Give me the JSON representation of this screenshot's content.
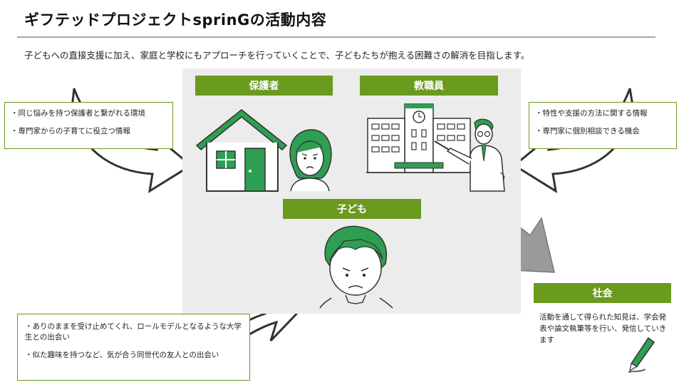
{
  "title": "ギフテッドプロジェクトsprinGの活動内容",
  "subtitle": "子どもへの直接支援に加え、家庭と学校にもアプローチを行っていくことで、子どもたちが抱える困難さの解消を目指します。",
  "labels": {
    "parents": "保護者",
    "teachers": "教職員",
    "child": "子ども",
    "society": "社会"
  },
  "parents_box": {
    "items": [
      "・同じ悩みを持つ保護者と繋がれる環境",
      "・専門家からの子育てに役立つ情報"
    ]
  },
  "teachers_box": {
    "items": [
      "・特性や支援の方法に関する情報",
      "・専門家に個別相談できる機会"
    ]
  },
  "child_box": {
    "items": [
      "・ありのままを受け止めてくれ、ロールモデルとなるような大学生との出会い",
      "・似た趣味を持つなど、気が合う同世代の友人との出会い"
    ]
  },
  "society_text": "活動を通して得られた知見は、学会発表や論文執筆等を行い、発信していきます",
  "colors": {
    "accent": "#6a9a1e",
    "house_green": "#2e9e52",
    "arrow_gray": "#9a9a9a"
  },
  "icons": [
    "house-icon",
    "school-building-icon",
    "worried-parent-icon",
    "teacher-icon",
    "child-face-icon",
    "pen-icon"
  ]
}
